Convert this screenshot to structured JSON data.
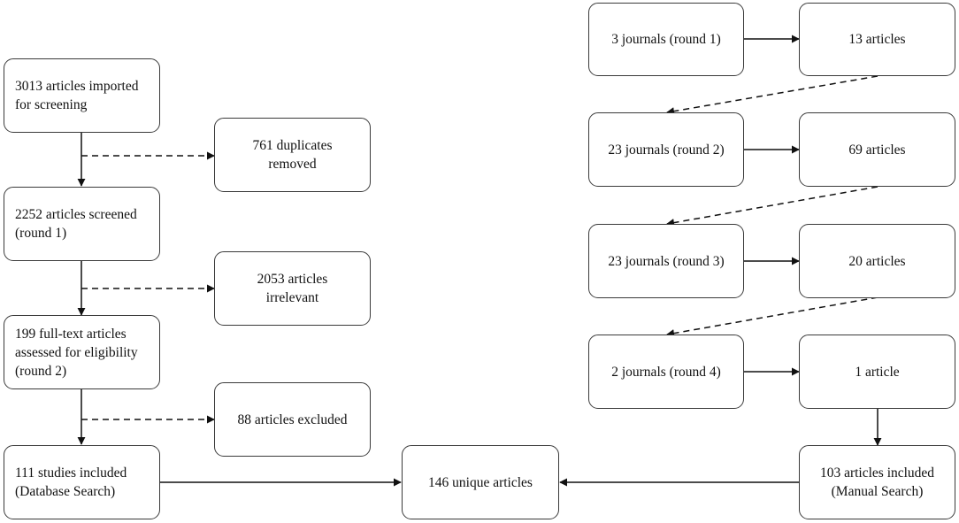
{
  "database_search": {
    "imported": {
      "line1": "3013 articles imported",
      "line2": "for screening"
    },
    "duplicates": {
      "line1": "761 duplicates",
      "line2": "removed"
    },
    "screened": {
      "line1": "2252 articles screened",
      "line2": "(round 1)"
    },
    "irrelevant": {
      "line1": "2053 articles",
      "line2": "irrelevant"
    },
    "fulltext": {
      "line1": "199 full-text articles",
      "line2": "assessed for eligibility",
      "line3": "(round 2)"
    },
    "excluded": {
      "line1": "88 articles excluded"
    },
    "included": {
      "line1": "111 studies included",
      "line2": "(Database Search)"
    }
  },
  "unique": {
    "line1": "146 unique articles"
  },
  "manual_search": {
    "rounds": [
      {
        "journals": "3 journals (round 1)",
        "articles": "13 articles"
      },
      {
        "journals": "23 journals (round 2)",
        "articles": "69 articles"
      },
      {
        "journals": "23 journals (round 3)",
        "articles": "20 articles"
      },
      {
        "journals": "2 journals (round 4)",
        "articles": "1 article"
      }
    ],
    "included": {
      "line1": "103 articles included",
      "line2": "(Manual Search)"
    }
  }
}
